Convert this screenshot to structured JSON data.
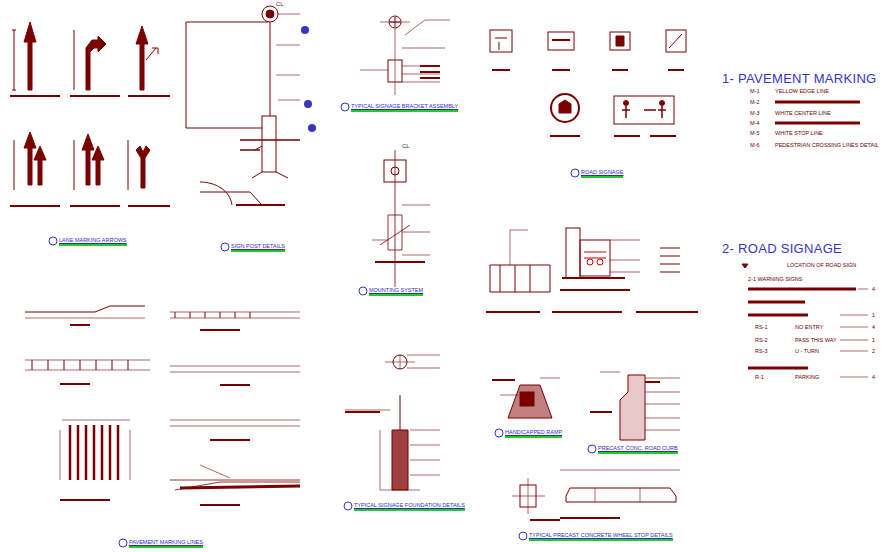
{
  "diagram": {
    "labels": [
      "1- PAVEMENT MARKING",
      "M-1",
      "YELLOW EDGE LINE",
      "M-2",
      "M-3",
      "WHITE CENTER LINE",
      "M-4",
      "M-5",
      "WHITE STOP LINE",
      "M-6",
      "PEDESTRIAN CROSSING LINES DETAIL",
      "2- ROAD SIGNAGE",
      "LOCATION OF ROAD SIGN",
      "2-1 WARNING SIGNS",
      "4",
      "1",
      "RS-1",
      "NO ENTRY",
      "4",
      "RS-2",
      "PASS THIS WAY",
      "1",
      "RS-3",
      "U - TURN",
      "2",
      "R-1",
      "PARKING",
      "4",
      "LANE MARKING ARROWS",
      "SIGN POST DETAILS",
      "TYPICAL SIGNAGE BRACKET ASSEMBLY",
      "MOUNTING SYSTEM",
      "ROAD SIGNAGE",
      "TYPICAL SIGNAGE FOUNDATION DETAILS",
      "HANDICAPPED RAMP",
      "PRECAST CONC. ROAD CURB",
      "TYPICAL PRECAST CONCRETE WHEEL STOP DETAILS",
      "PAVEMENT MARKING LINES",
      "CL",
      "CL"
    ]
  }
}
